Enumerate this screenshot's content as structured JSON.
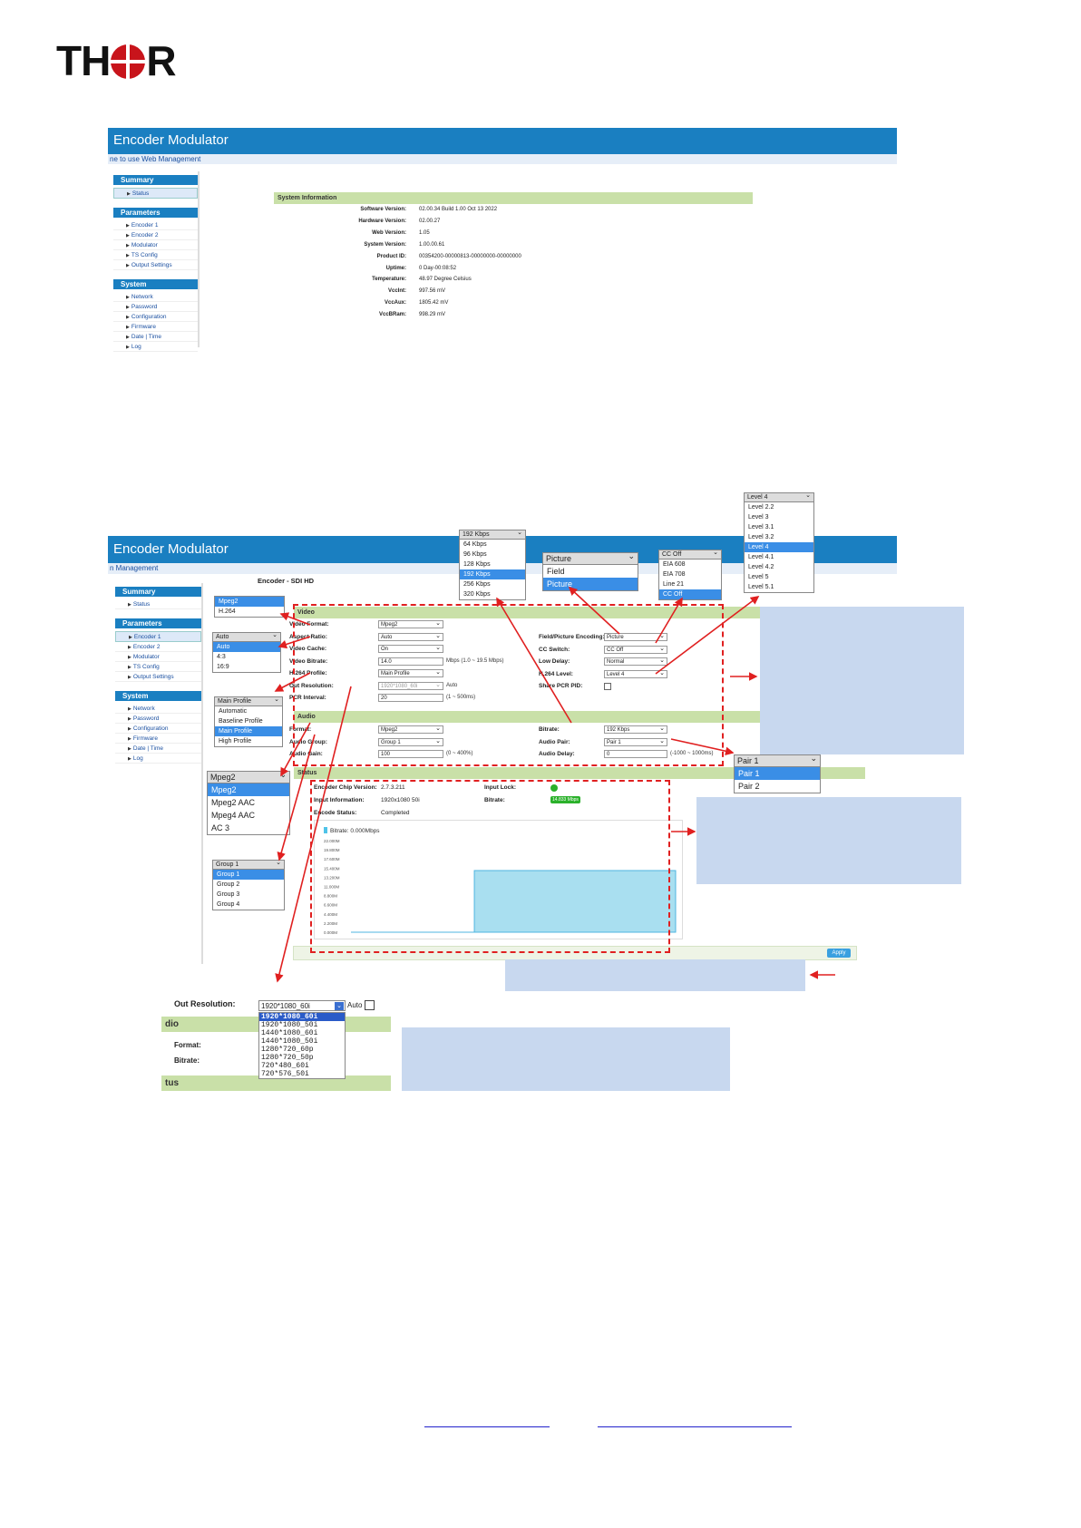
{
  "logo": {
    "text": "THOR"
  },
  "shot1": {
    "banner": "Encoder Modulator",
    "subbar": "ne to use Web Management",
    "sidebar": [
      {
        "header": "Summary",
        "items": [
          "Status"
        ]
      },
      {
        "header": "Parameters",
        "items": [
          "Encoder 1",
          "Encoder 2",
          "Modulator",
          "TS Config",
          "Output Settings"
        ]
      },
      {
        "header": "System",
        "items": [
          "Network",
          "Password",
          "Configuration",
          "Firmware",
          "Date | Time",
          "Log"
        ]
      }
    ],
    "section": "System Information",
    "rows": [
      {
        "k": "Software Version:",
        "v": "02.00.34 Build 1.00 Oct 13 2022"
      },
      {
        "k": "Hardware Version:",
        "v": "02.00.27"
      },
      {
        "k": "Web Version:",
        "v": "1.05"
      },
      {
        "k": "System Version:",
        "v": "1.00.00.61"
      },
      {
        "k": "Product ID:",
        "v": "00354200-00000813-00000000-00000000"
      },
      {
        "k": "Uptime:",
        "v": "0 Day-00:08:52"
      },
      {
        "k": "Temperature:",
        "v": "48.97 Degree Celsius"
      },
      {
        "k": "VccInt:",
        "v": "997.56 mV"
      },
      {
        "k": "VccAux:",
        "v": "1805.42 mV"
      },
      {
        "k": "VccBRam:",
        "v": "998.29 mV"
      }
    ]
  },
  "shot2": {
    "banner": "Encoder Modulator",
    "subbar": "n Management",
    "sidebar": [
      {
        "header": "Summary",
        "items": [
          "Status"
        ]
      },
      {
        "header": "Parameters",
        "items": [
          "Encoder 1",
          "Encoder 2",
          "Modulator",
          "TS Config",
          "Output Settings"
        ]
      },
      {
        "header": "System",
        "items": [
          "Network",
          "Password",
          "Configuration",
          "Firmware",
          "Date | Time",
          "Log"
        ]
      }
    ],
    "title": "Encoder - SDI HD",
    "video_section": "Video",
    "audio_section": "Audio",
    "status_section": "Status",
    "video_left": [
      {
        "k": "Video Format:",
        "v": "Mpeg2",
        "type": "select"
      },
      {
        "k": "Aspect Ratio:",
        "v": "Auto",
        "type": "select"
      },
      {
        "k": "Video Cache:",
        "v": "On",
        "type": "select"
      },
      {
        "k": "Video Bitrate:",
        "v": "14.0",
        "type": "input",
        "note": "Mbps (1.0 ~ 19.5 Mbps)"
      },
      {
        "k": "H.264 Profile:",
        "v": "Main Profile",
        "type": "select"
      },
      {
        "k": "Out Resolution:",
        "v": "1920*1080_60i",
        "type": "select",
        "note": "Auto"
      },
      {
        "k": "PCR Interval:",
        "v": "20",
        "type": "input",
        "note": "(1 ~ 500ms)"
      }
    ],
    "video_right": [
      {
        "k": "Field/Picture Encoding:",
        "v": "Picture"
      },
      {
        "k": "CC Switch:",
        "v": "CC Off"
      },
      {
        "k": "Low Delay:",
        "v": "Normal"
      },
      {
        "k": "H.264 Level:",
        "v": "Level 4"
      },
      {
        "k": "Share PCR PID:",
        "v": ""
      }
    ],
    "audio_left": [
      {
        "k": "Format:",
        "v": "Mpeg2",
        "type": "select"
      },
      {
        "k": "Audio Group:",
        "v": "Group 1",
        "type": "select"
      },
      {
        "k": "Audio Gain:",
        "v": "100",
        "type": "input",
        "note": "(0 ~ 400%)"
      }
    ],
    "audio_right": [
      {
        "k": "Bitrate:",
        "v": "192 Kbps",
        "type": "select"
      },
      {
        "k": "Audio Pair:",
        "v": "Pair 1",
        "type": "select"
      },
      {
        "k": "Audio Delay:",
        "v": "0",
        "type": "input",
        "note": "(-1000 ~ 1000ms)"
      }
    ],
    "status": {
      "chip_k": "Encoder Chip Version:",
      "chip_v": "2.7.3.211",
      "lock_k": "Input Lock:",
      "info_k": "Input Information:",
      "info_v": "1920x1080 50i",
      "bitrate_k": "Bitrate:",
      "bitrate_v": "14.833 Mbps",
      "enc_k": "Encode Status:",
      "enc_v": "Completed",
      "legend": "Bitrate: 0.000Mbps",
      "ticks": [
        "22.000M",
        "19.800M",
        "17.600M",
        "15.400M",
        "13.200M",
        "11.000M",
        "8.800M",
        "6.600M",
        "4.400M",
        "2.200M",
        "0.000M"
      ]
    },
    "apply": "Apply",
    "colors": {
      "banner": "#1a7fc1",
      "section": "#c9e0a8",
      "accent": "#3a8ee6",
      "arrow": "#e02020"
    }
  },
  "dropdowns": {
    "video_format": {
      "head": "",
      "options": [
        "Mpeg2",
        "H.264"
      ],
      "selected": 0
    },
    "aspect": {
      "head": "Auto",
      "options": [
        "Auto",
        "4:3",
        "16:9"
      ],
      "selected": 0
    },
    "profile": {
      "head": "Main Profile",
      "options": [
        "Automatic",
        "Baseline Profile",
        "Main Profile",
        "High Profile"
      ],
      "selected": 2
    },
    "audio_format": {
      "head": "Mpeg2",
      "options": [
        "Mpeg2",
        "Mpeg2 AAC",
        "Mpeg4 AAC",
        "AC 3"
      ],
      "selected": 0
    },
    "audio_group": {
      "head": "Group 1",
      "options": [
        "Group 1",
        "Group 2",
        "Group 3",
        "Group 4"
      ],
      "selected": 0
    },
    "audio_bitrate": {
      "head": "192 Kbps",
      "options": [
        "64 Kbps",
        "96 Kbps",
        "128 Kbps",
        "192 Kbps",
        "256 Kbps",
        "320 Kbps"
      ],
      "selected": 3
    },
    "field": {
      "head": "Picture",
      "options": [
        "Field",
        "Picture"
      ],
      "selected": 1
    },
    "cc": {
      "head": "CC Off",
      "options": [
        "EIA 608",
        "EIA 708",
        "Line 21",
        "CC Off"
      ],
      "selected": 3
    },
    "level": {
      "head": "Level 4",
      "options": [
        "Level 2.2",
        "Level 3",
        "Level 3.1",
        "Level 3.2",
        "Level 4",
        "Level 4.1",
        "Level 4.2",
        "Level 5",
        "Level 5.1"
      ],
      "selected": 4
    },
    "pair": {
      "head": "Pair 1",
      "options": [
        "Pair 1",
        "Pair 2"
      ],
      "selected": 0
    }
  },
  "zoom": {
    "label": "Out Resolution:",
    "value": "1920*1080_60i",
    "auto": "Auto",
    "options": [
      "1920*1080_60i",
      "1920*1080_50i",
      "1440*1080_60i",
      "1440*1080_50i",
      "1280*720_60p",
      "1280*720_50p",
      "720*480_60i",
      "720*576_50i"
    ],
    "selected": 0,
    "bars": [
      "dio",
      "tus"
    ],
    "format": "Format:",
    "bitrate": "Bitrate:"
  },
  "chart_data": {
    "type": "area",
    "legend": "Bitrate: 0.000Mbps",
    "ylim": [
      0,
      22
    ],
    "series": [
      {
        "name": "Bitrate",
        "points": [
          [
            0,
            0
          ],
          [
            0.38,
            0
          ],
          [
            0.38,
            14.8
          ],
          [
            1,
            14.8
          ]
        ]
      }
    ]
  }
}
